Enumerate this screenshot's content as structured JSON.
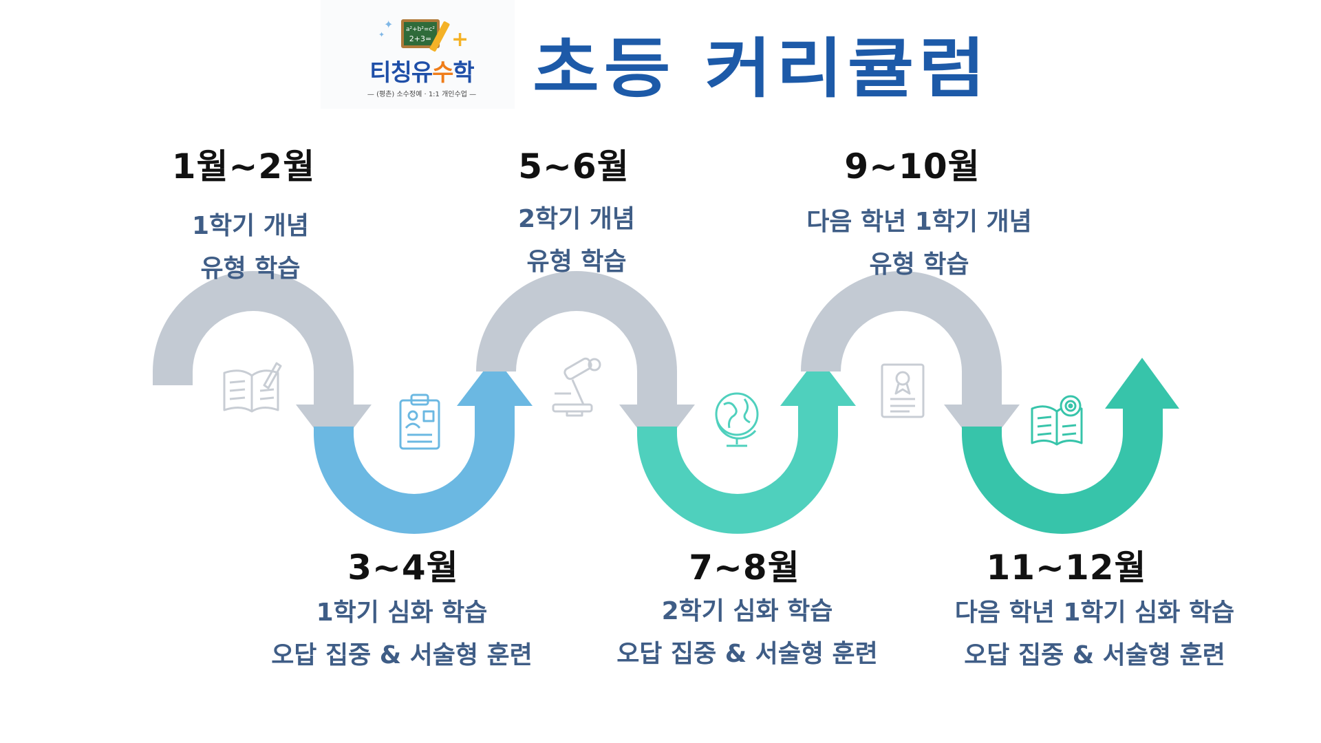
{
  "logo": {
    "board_line1": "a²+b²=c²",
    "board_line2": "2+3=",
    "name_part1": "티칭유",
    "name_part2": "수",
    "name_part3": "학",
    "tagline": "— (평촌) 소수정예 · 1:1 개인수업 —"
  },
  "title": "초등 커리큘럼",
  "steps": [
    {
      "period": "1월~2월",
      "line1": "1학기 개념",
      "line2": "유형 학습",
      "icon": "open-book-pen-icon",
      "color": "#c3cad3"
    },
    {
      "period": "3~4월",
      "line1": "1학기 심화 학습",
      "line2": "오답 집중 & 서술형 훈련",
      "icon": "clipboard-profile-icon",
      "color": "#6bb8e2"
    },
    {
      "period": "5~6월",
      "line1": "2학기  개념",
      "line2": "유형 학습",
      "icon": "microscope-icon",
      "color": "#c3cad3"
    },
    {
      "period": "7~8월",
      "line1": "2학기 심화 학습",
      "line2": "오답 집중 & 서술형 훈련",
      "icon": "globe-icon",
      "color": "#4fd0bd"
    },
    {
      "period": "9~10월",
      "line1": "다음 학년 1학기 개념",
      "line2": "유형 학습",
      "icon": "certificate-icon",
      "color": "#c3cad3"
    },
    {
      "period": "11~12월",
      "line1": "다음 학년 1학기 심화 학습",
      "line2": "오답 집중 & 서술형 훈련",
      "icon": "book-target-icon",
      "color": "#37c4aa"
    }
  ]
}
